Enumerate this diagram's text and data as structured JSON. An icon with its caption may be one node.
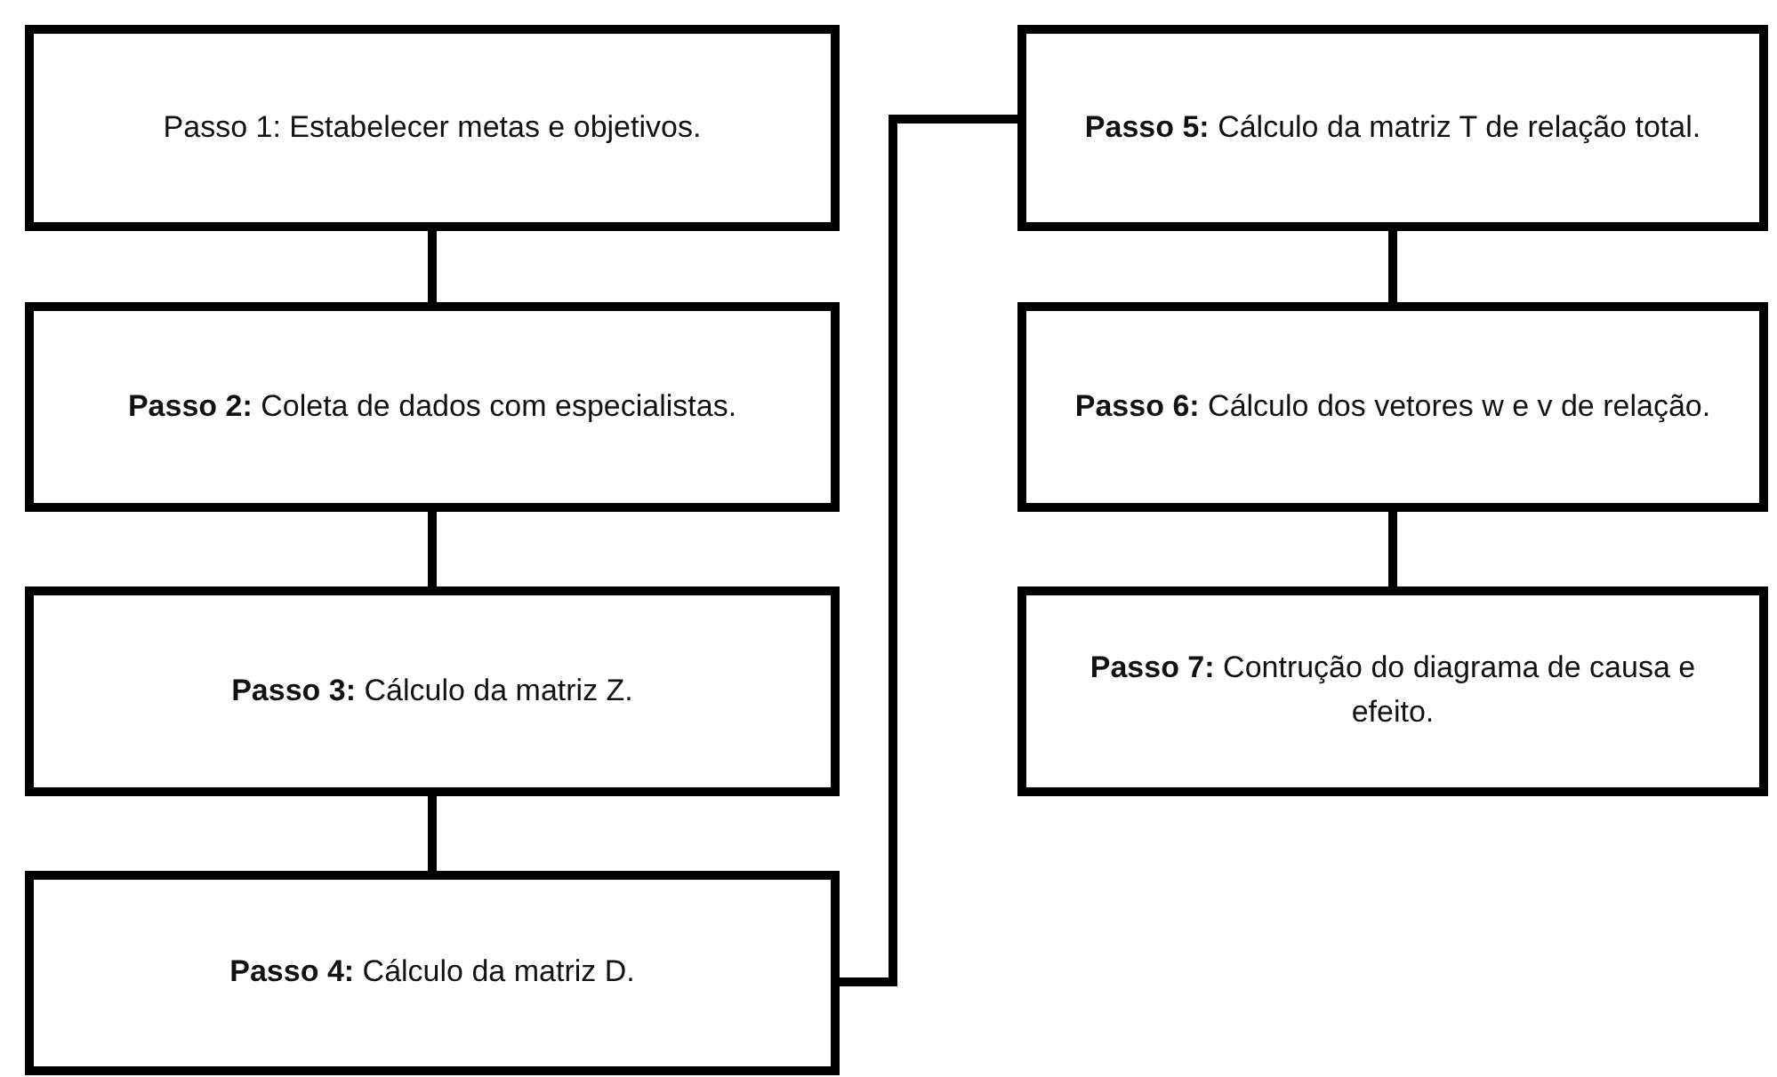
{
  "diagram": {
    "nodes": [
      {
        "text": [
          "Passo 1: Estabelecer metas e objetivos."
        ]
      },
      {
        "text": [
          "**Passo 2:** Coleta de dados com especialistas."
        ]
      },
      {
        "text": [
          "**Passo 3:** Cálculo da matriz Z."
        ]
      },
      {
        "text": [
          "**Passo 4:** Cálculo da matriz D."
        ]
      },
      {
        "text": [
          "**Passo 5:** Cálculo da matriz T de relação total."
        ]
      },
      {
        "text": [
          "**Passo 6:** Cálculo dos vetores w e v de relação."
        ]
      },
      {
        "text": [
          "**Passo 7:** Contrução do diagrama de causa e efeito."
        ]
      }
    ],
    "edges": [
      {
        "from": 0,
        "to": 1,
        "arrow": "none"
      },
      {
        "from": 1,
        "to": 2,
        "arrow": "none"
      },
      {
        "from": 2,
        "to": 3,
        "arrow": "none"
      },
      {
        "from": 3,
        "to": 4,
        "arrow": "none"
      },
      {
        "from": 4,
        "to": 5,
        "arrow": "none"
      },
      {
        "from": 5,
        "to": 6,
        "arrow": "none"
      }
    ]
  }
}
